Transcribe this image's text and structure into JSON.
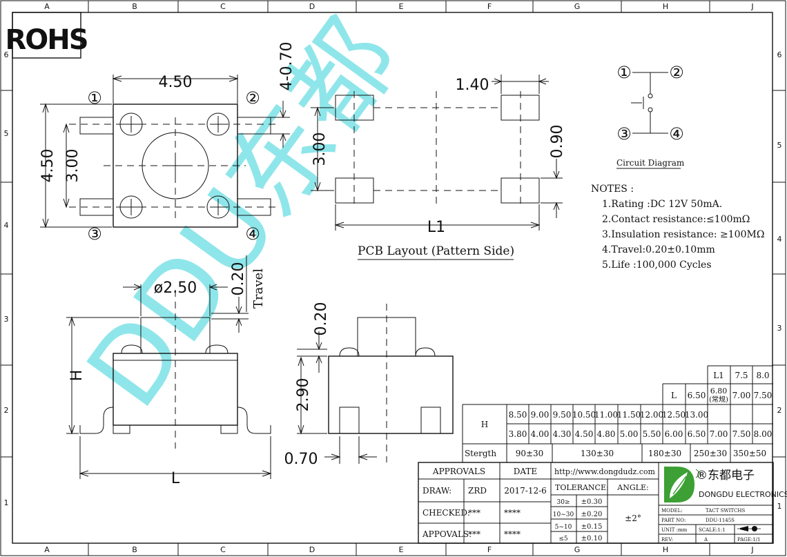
{
  "frame": {
    "columns": [
      "A",
      "B",
      "C",
      "D",
      "E",
      "F",
      "G",
      "H",
      "J"
    ],
    "rows_left": [
      "6",
      "5",
      "4",
      "3",
      "2",
      "1"
    ],
    "rows_right": [
      "6",
      "5",
      "4",
      "3",
      "2",
      "1"
    ]
  },
  "rohs": "ROHS",
  "top_view": {
    "pin1": "①",
    "pin2": "②",
    "pin3": "③",
    "pin4": "④",
    "dim_width": "4.50",
    "dim_height": "4.50",
    "dim_inner": "3.00",
    "dim_pin": "4-0.70"
  },
  "pcb": {
    "title": "PCB Layout (Pattern Side)",
    "dim_pitch": "1.40",
    "dim_height": "3.00",
    "dim_pad": "0.90",
    "dim_l1": "L1"
  },
  "circuit": {
    "title": "Circuit Diagram",
    "p1": "①",
    "p2": "②",
    "p3": "③",
    "p4": "④"
  },
  "notes": {
    "title": "NOTES :",
    "items": [
      "1.Rating :DC 12V 50mA.",
      "2.Contact resistance:≤100mΩ",
      "3.Insulation resistance: ≥100MΩ",
      "4.Travel:0.20±0.10mm",
      "5.Life :100,000 Cycles"
    ]
  },
  "side_view": {
    "dim_diameter": "ø2.50",
    "dim_travel": "0.20",
    "travel_label": "Travel",
    "dim_h": "H",
    "dim_l": "L"
  },
  "front_view": {
    "dim_top": "0.20",
    "dim_body": "2.90",
    "dim_foot": "0.70"
  },
  "watermark": "DDU东都",
  "spec_table": {
    "l1_label": "L1",
    "l1_values": [
      "7.5",
      "8.0"
    ],
    "l_label": "L",
    "l_values": [
      "6.50",
      "6.80\n(常规)",
      "7.00",
      "7.50"
    ],
    "h_label": "H",
    "h_values": [
      "8.50",
      "9.00",
      "9.50",
      "10.50",
      "11.00",
      "11.50",
      "12.00",
      "12.50",
      "13.00"
    ],
    "h_values2": [
      "3.80",
      "4.00",
      "4.30",
      "4.50",
      "4.80",
      "5.00",
      "5.50",
      "6.00",
      "6.50",
      "7.00",
      "7.50",
      "8.00"
    ],
    "strength_label": "Stergth",
    "strength_values": [
      "90±30",
      "130±30",
      "180±30",
      "250±30",
      "350±50"
    ]
  },
  "title_block": {
    "approvals_header": "APPROVALS",
    "date_header": "DATE",
    "rows": [
      {
        "label": "DRAW:",
        "name": "ZRD",
        "date": "2017-12-6"
      },
      {
        "label": "CHECKED:",
        "name": "***",
        "date": "****"
      },
      {
        "label": "APPOVALS:",
        "name": "***",
        "date": "****"
      }
    ],
    "website": "http://www.dongdudz.com",
    "tolerance_label": "TOLERANCE:",
    "angle_label": "ANGLE:",
    "tolerances": [
      {
        "range": "30≥",
        "value": "±0.30"
      },
      {
        "range": "10~30",
        "value": "±0.20"
      },
      {
        "range": "5~10",
        "value": "±0.15"
      },
      {
        "range": "≤5",
        "value": "±0.10"
      }
    ],
    "angle_value": "±2°",
    "company_cn": "®东都电子",
    "company_en": "DONGDU ELECTRONICS",
    "model_label": "MODEL:",
    "model_value": "TACT SWITCHS",
    "part_label": "PART NO:",
    "part_value": "DDU-1145S",
    "unit_label": "UNIT :mm",
    "scale_label": "SCALE:1:1",
    "rev_label": "REV:",
    "rev_value": "A",
    "page_label": "PAGE:1/1",
    "colors": {
      "logo_green": "#3da035",
      "logo_dark": "#1f6b22",
      "watermark": "#8fe6ea"
    }
  }
}
